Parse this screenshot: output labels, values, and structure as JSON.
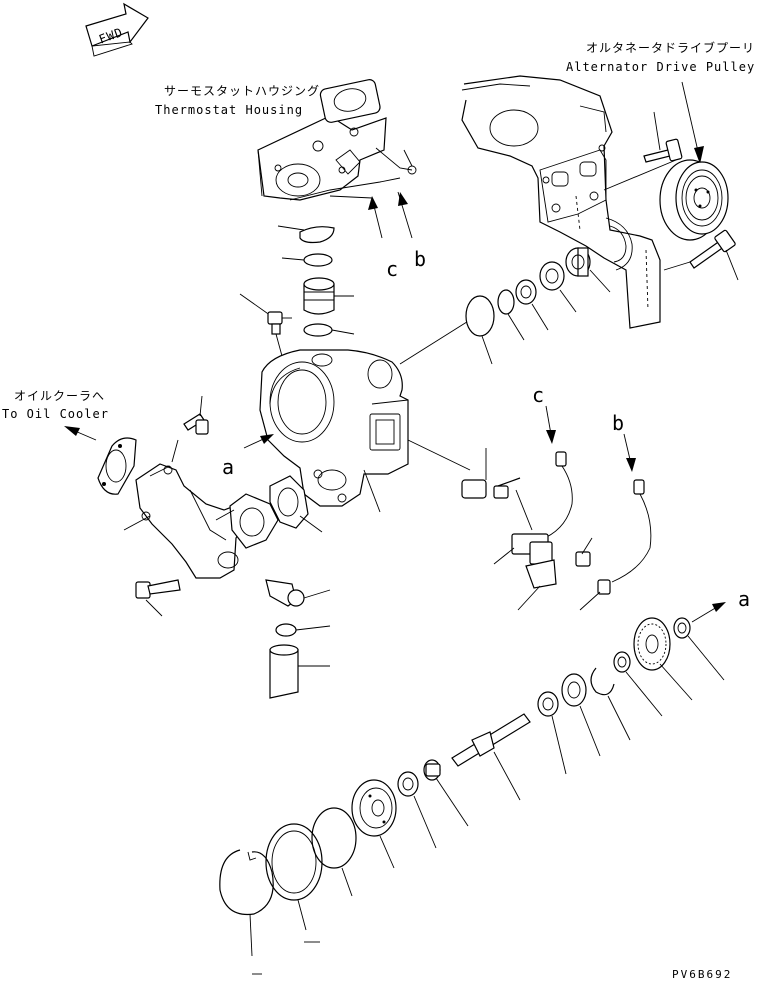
{
  "orientation": {
    "fwd_text": "FWD",
    "icon": "fwd-arrow-icon"
  },
  "labels": {
    "alternator_jp": "オルタネータドライブプーリ",
    "alternator_en": "Alternator Drive Pulley",
    "thermostat_jp": "サーモスタットハウジング",
    "thermostat_en": "Thermostat Housing",
    "oil_cooler_jp": "オイルクーラへ",
    "oil_cooler_en": "To Oil Cooler"
  },
  "markers": {
    "a": "a",
    "b": "b",
    "c": "c"
  },
  "drawing_code": "PV6B692"
}
